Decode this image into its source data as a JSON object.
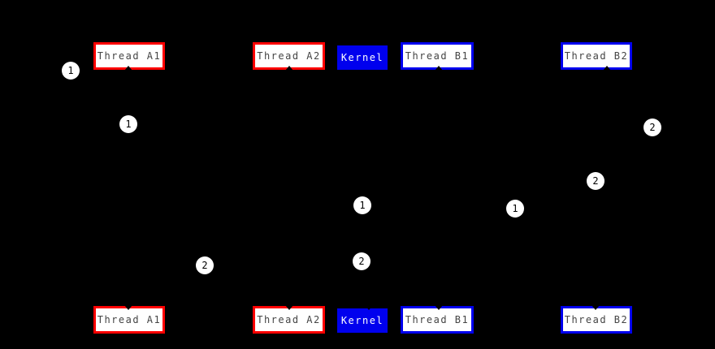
{
  "diagram": {
    "description": "Thread scheduling diagram: two rows of thread/kernel nodes on black background with numbered step markers",
    "colors": {
      "background": "#000000",
      "thread_a_border": "#ff0000",
      "thread_b_border": "#0000ee",
      "kernel_fill": "#0000ee",
      "box_fill": "#ffffff",
      "box_label": "#444444",
      "kernel_label": "#ffffff",
      "marker_fill": "#ffffff",
      "marker_label": "#000000"
    },
    "boxes": {
      "top": [
        {
          "label": "Thread A1",
          "kind": "thread-a"
        },
        {
          "label": "Thread A2",
          "kind": "thread-a"
        },
        {
          "label": "Kernel",
          "kind": "kernel"
        },
        {
          "label": "Thread B1",
          "kind": "thread-b"
        },
        {
          "label": "Thread B2",
          "kind": "thread-b"
        }
      ],
      "bottom": [
        {
          "label": "Thread A1",
          "kind": "thread-a"
        },
        {
          "label": "Thread A2",
          "kind": "thread-a"
        },
        {
          "label": "Kernel",
          "kind": "kernel"
        },
        {
          "label": "Thread B1",
          "kind": "thread-b"
        },
        {
          "label": "Thread B2",
          "kind": "thread-b"
        }
      ]
    },
    "markers": [
      {
        "label": "1"
      },
      {
        "label": "1"
      },
      {
        "label": "2"
      },
      {
        "label": "2"
      },
      {
        "label": "1"
      },
      {
        "label": "1"
      },
      {
        "label": "2"
      },
      {
        "label": "2"
      }
    ]
  }
}
